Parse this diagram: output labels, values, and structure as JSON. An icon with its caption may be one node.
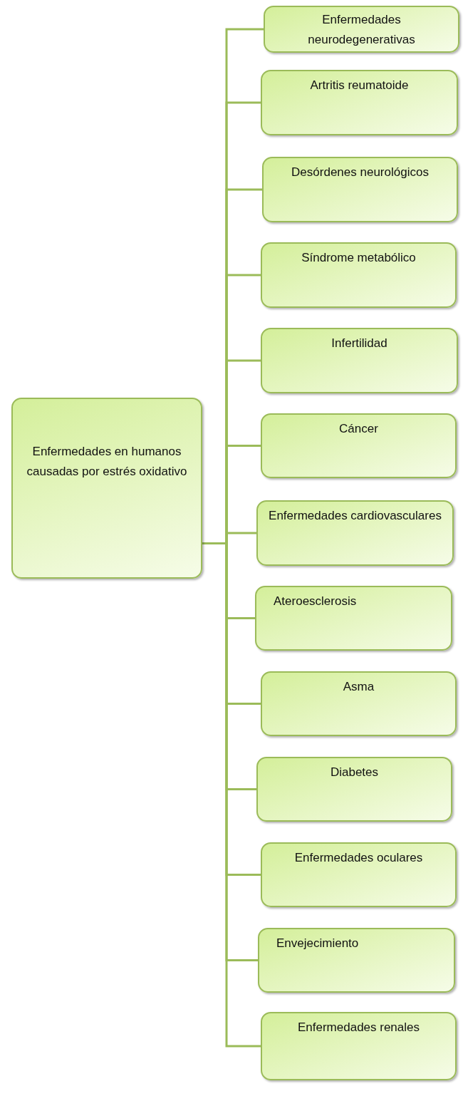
{
  "diagram": {
    "nodes": [
      {
        "text": [
          "Enfermedades en humanos causadas por estrés oxidativo"
        ]
      },
      {
        "text": [
          "Enfermedades neurodegenerativas"
        ]
      },
      {
        "text": [
          "Artritis reumatoide"
        ]
      },
      {
        "text": [
          "Desórdenes neurológicos"
        ]
      },
      {
        "text": [
          "Síndrome metabólico"
        ]
      },
      {
        "text": [
          "Infertilidad"
        ]
      },
      {
        "text": [
          "Cáncer"
        ]
      },
      {
        "text": [
          "Enfermedades cardiovasculares"
        ]
      },
      {
        "text": [
          "Ateroesclerosis"
        ]
      },
      {
        "text": [
          "Asma"
        ]
      },
      {
        "text": [
          "Diabetes"
        ]
      },
      {
        "text": [
          "Enfermedades oculares"
        ]
      },
      {
        "text": [
          "Envejecimiento"
        ]
      },
      {
        "text": [
          "Enfermedades renales"
        ]
      }
    ],
    "edges": [
      {
        "from": 0,
        "to": 1,
        "arrow": "none"
      },
      {
        "from": 0,
        "to": 2,
        "arrow": "none"
      },
      {
        "from": 0,
        "to": 3,
        "arrow": "none"
      },
      {
        "from": 0,
        "to": 4,
        "arrow": "none"
      },
      {
        "from": 0,
        "to": 5,
        "arrow": "none"
      },
      {
        "from": 0,
        "to": 6,
        "arrow": "none"
      },
      {
        "from": 0,
        "to": 7,
        "arrow": "none"
      },
      {
        "from": 0,
        "to": 8,
        "arrow": "none"
      },
      {
        "from": 0,
        "to": 9,
        "arrow": "none"
      },
      {
        "from": 0,
        "to": 10,
        "arrow": "none"
      },
      {
        "from": 0,
        "to": 11,
        "arrow": "none"
      },
      {
        "from": 0,
        "to": 12,
        "arrow": "none"
      },
      {
        "from": 0,
        "to": 13,
        "arrow": "none"
      }
    ]
  }
}
